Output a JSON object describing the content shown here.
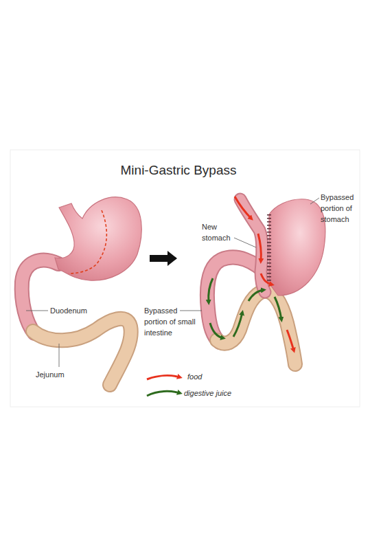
{
  "diagram": {
    "title": "Mini-Gastric Bypass",
    "labels": [
      "Duodenum",
      "Jejunum",
      "New stomach",
      "Bypassed portion of stomach",
      "Bypassed portion of small intestine"
    ],
    "legend": [
      {
        "text": "food"
      },
      {
        "text": "digestive juice"
      }
    ]
  }
}
